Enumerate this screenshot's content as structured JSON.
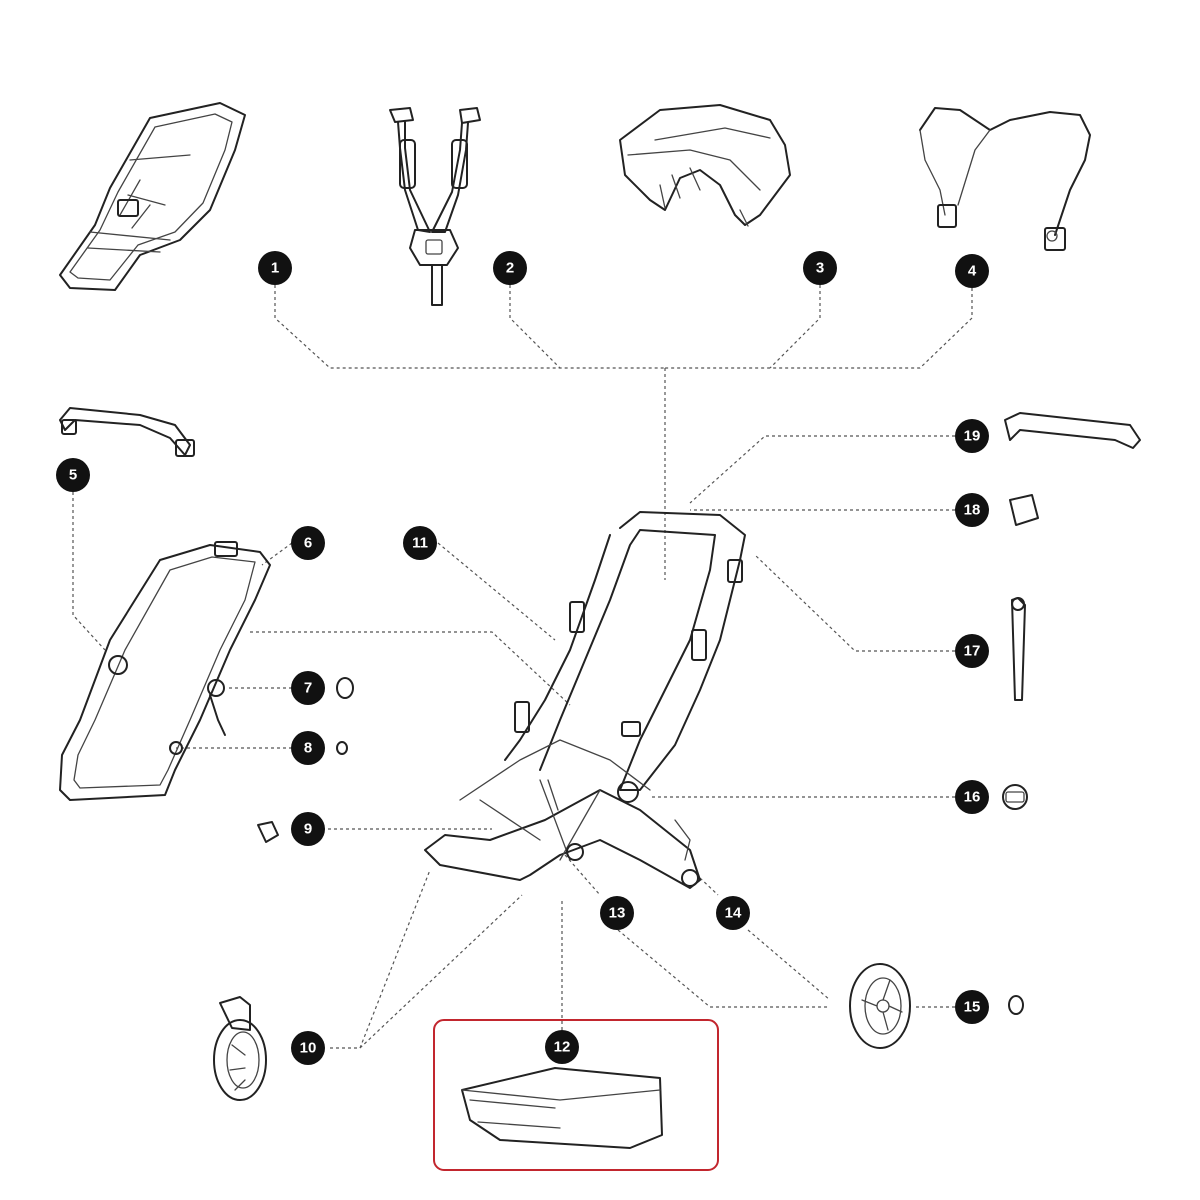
{
  "diagram": {
    "highlight_color": "#c2262e",
    "callout_color": "#111111",
    "callouts": [
      {
        "id": "1",
        "label": "1"
      },
      {
        "id": "2",
        "label": "2"
      },
      {
        "id": "3",
        "label": "3"
      },
      {
        "id": "4",
        "label": "4"
      },
      {
        "id": "5",
        "label": "5"
      },
      {
        "id": "6",
        "label": "6"
      },
      {
        "id": "7",
        "label": "7"
      },
      {
        "id": "8",
        "label": "8"
      },
      {
        "id": "9",
        "label": "9"
      },
      {
        "id": "10",
        "label": "10"
      },
      {
        "id": "11",
        "label": "11"
      },
      {
        "id": "12",
        "label": "12"
      },
      {
        "id": "13",
        "label": "13"
      },
      {
        "id": "14",
        "label": "14"
      },
      {
        "id": "15",
        "label": "15"
      },
      {
        "id": "16",
        "label": "16"
      },
      {
        "id": "17",
        "label": "17"
      },
      {
        "id": "18",
        "label": "18"
      },
      {
        "id": "19",
        "label": "19"
      }
    ],
    "highlighted_callout": "12"
  }
}
